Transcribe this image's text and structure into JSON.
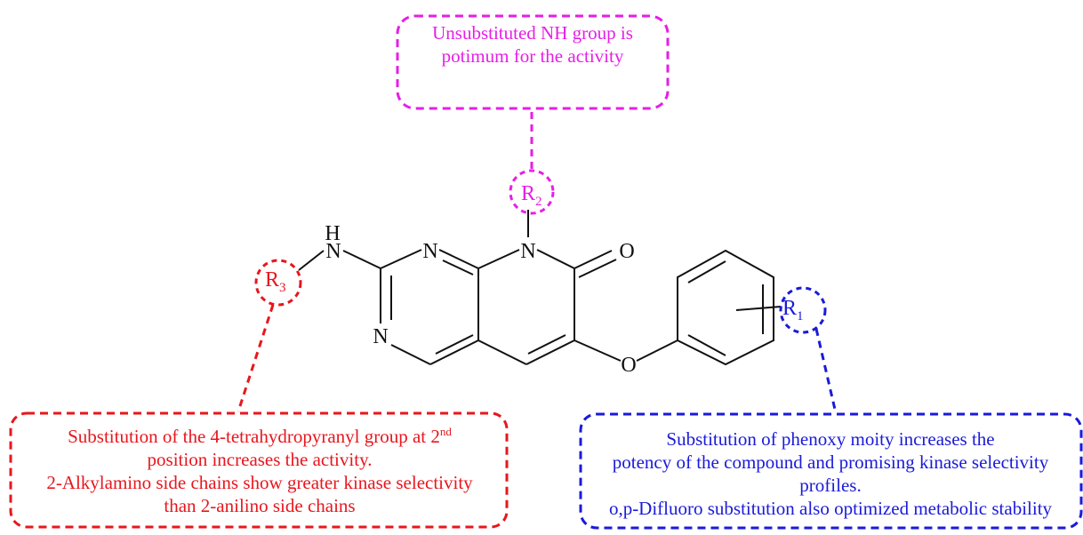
{
  "colors": {
    "r1": "#1a1ad9",
    "r2": "#e61ee6",
    "r3": "#e8161d",
    "structure": "#111111"
  },
  "structure": {
    "atoms": {
      "nh_n": "N",
      "nh_h": "H",
      "n1": "N",
      "n3": "N",
      "n8": "N",
      "o_carbonyl": "O",
      "o_ether": "O",
      "r1": "R",
      "r1_sub": "1",
      "r2": "R",
      "r2_sub": "2",
      "r3": "R",
      "r3_sub": "3"
    }
  },
  "notes": {
    "r2": {
      "line1": "Unsubstituted NH group is",
      "line2": "potimum for the activity"
    },
    "r3": {
      "line1": "Substitution of the 4-tetrahydropyranyl group at 2",
      "line1_sup": "nd",
      "line2": "position increases the activity.",
      "line3": "2-Alkylamino side chains show greater kinase selectivity",
      "line4": "than 2-anilino side chains"
    },
    "r1": {
      "line1": "Substitution of phenoxy moity increases the",
      "line2": "potency of the compound and promising kinase selectivity",
      "line3": "profiles.",
      "line4": "o,p-Difluoro substitution also optimized metabolic stability"
    }
  }
}
